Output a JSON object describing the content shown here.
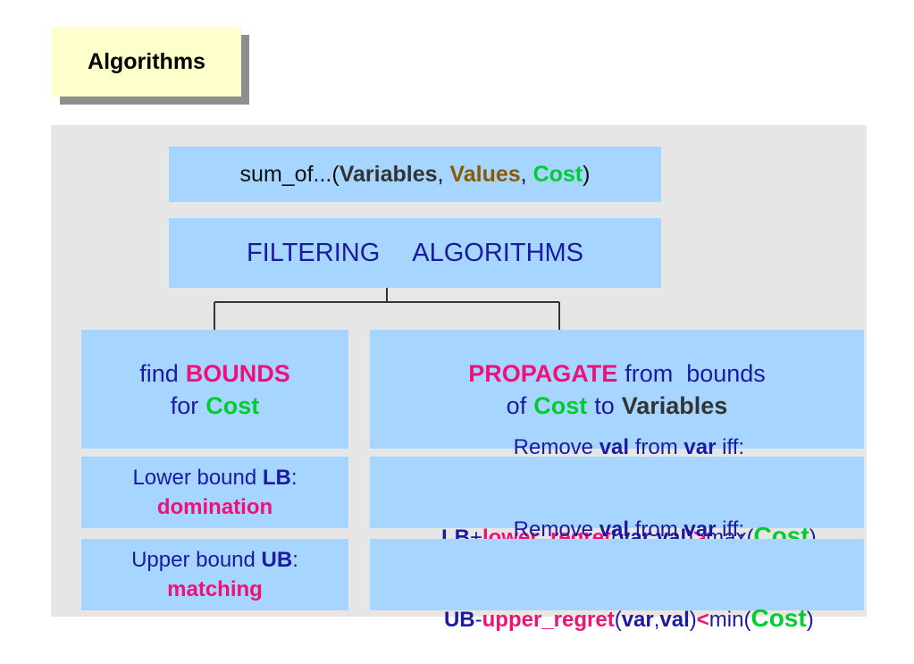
{
  "title": "Algorithms",
  "signature": {
    "prefix": "sum_of...(",
    "variables": "Variables",
    "sep1": ", ",
    "values": "Values",
    "sep2": ", ",
    "cost": "Cost",
    "suffix": ")"
  },
  "filtering": {
    "word1": "FILTERING",
    "word2": "ALGORITHMS"
  },
  "bounds_box": {
    "find": "find",
    "bounds": "BOUNDS",
    "for": "for",
    "cost": "Cost"
  },
  "propagate_box": {
    "propagate": "PROPAGATE",
    "from_bounds": "from  bounds",
    "of": "of",
    "cost": "Cost",
    "to": "to",
    "variables": "Variables"
  },
  "lower_bound": {
    "label": "Lower bound ",
    "abbr": "LB",
    "colon": ":",
    "method": "domination"
  },
  "upper_bound": {
    "label": "Upper bound ",
    "abbr": "UB",
    "colon": ":",
    "method": "matching"
  },
  "remove_lb": {
    "remove": "Remove ",
    "val": "val",
    "from": " from ",
    "var": "var",
    "iff": " iff:",
    "lb": "LB",
    "plus": "+",
    "regret": "lower_regret",
    "open": "(",
    "arg_var": "var",
    "comma": ",",
    "arg_val": "val",
    "close": ")",
    "op": ">",
    "func": "max(",
    "cost": "Cost",
    "end": ")"
  },
  "remove_ub": {
    "remove": "Remove ",
    "val": "val",
    "from": " from ",
    "var": "var",
    "iff": " iff:",
    "ub": "UB",
    "minus": "-",
    "regret": "upper_regret",
    "open": "(",
    "arg_var": "var",
    "comma": ",",
    "arg_val": "val",
    "close": ")",
    "op": "<",
    "func": "min(",
    "cost": "Cost",
    "end": ")"
  },
  "colors": {
    "box": "#a6d5ff",
    "panel": "#e6e6e6",
    "title_bg": "#ffffcc",
    "navy": "#1a1aa6",
    "pink": "#ee1177",
    "green": "#00cc33",
    "brown": "#8b5a00"
  }
}
